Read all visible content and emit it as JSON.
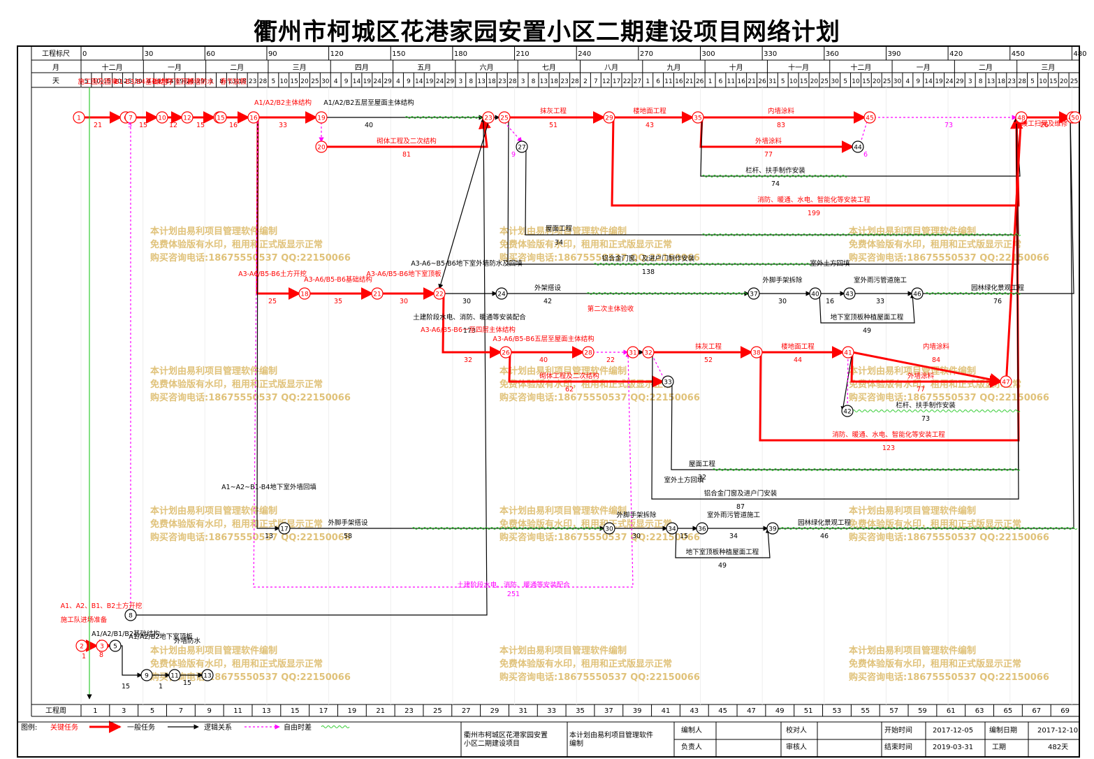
{
  "title": "衢州市柯城区花港家园安置小区二期建设项目网络计划",
  "header": {
    "scale_label": "工程标尺",
    "month_label": "月",
    "day_label": "天",
    "week_label": "工程周",
    "scale_ticks": [
      "0",
      "30",
      "60",
      "90",
      "120",
      "150",
      "180",
      "210",
      "240",
      "270",
      "300",
      "330",
      "360",
      "390",
      "420",
      "450",
      "480",
      "48"
    ],
    "months": [
      "十二月",
      "一月",
      "二月",
      "三月",
      "四月",
      "五月",
      "六月",
      "七月",
      "八月",
      "九月",
      "十月",
      "十一月",
      "十二月",
      "一月",
      "二月",
      "三月"
    ],
    "days": [
      "5",
      "10",
      "15",
      "20",
      "25",
      "30",
      "4",
      "9",
      "14",
      "19",
      "24",
      "29",
      "3",
      "8",
      "13",
      "18",
      "23",
      "28",
      "5",
      "10",
      "15",
      "20",
      "25",
      "30",
      "4",
      "9",
      "14",
      "19",
      "24",
      "29",
      "4",
      "9",
      "14",
      "19",
      "24",
      "29",
      "3",
      "8",
      "13",
      "18",
      "23",
      "28",
      "3",
      "8",
      "13",
      "18",
      "23",
      "28",
      "2",
      "7",
      "12",
      "17",
      "22",
      "27",
      "1",
      "6",
      "11",
      "16",
      "21",
      "26",
      "1",
      "6",
      "11",
      "16",
      "21",
      "26",
      "31",
      "5",
      "10",
      "15",
      "20",
      "25",
      "30",
      "5",
      "10",
      "15",
      "20",
      "25",
      "30",
      "4",
      "9",
      "14",
      "19",
      "24",
      "29",
      "3",
      "8",
      "13",
      "18",
      "23",
      "28",
      "5",
      "10",
      "15",
      "20",
      "25"
    ],
    "weeks": [
      "1",
      "3",
      "5",
      "7",
      "9",
      "11",
      "13",
      "15",
      "17",
      "19",
      "21",
      "23",
      "25",
      "27",
      "29",
      "31",
      "33",
      "35",
      "37",
      "39",
      "41",
      "43",
      "45",
      "47",
      "49",
      "51",
      "53",
      "55",
      "57",
      "59",
      "61",
      "63",
      "65",
      "67",
      "69"
    ]
  },
  "network": {
    "nodes": [
      "1",
      "2",
      "3",
      "5",
      "6",
      "7",
      "8",
      "9",
      "10",
      "11",
      "12",
      "13",
      "14",
      "15",
      "16",
      "17",
      "18",
      "19",
      "20",
      "21",
      "22",
      "23",
      "24",
      "25",
      "26",
      "27",
      "28",
      "29",
      "30",
      "31",
      "32",
      "33",
      "34",
      "35",
      "36",
      "37",
      "38",
      "39",
      "40",
      "41",
      "42",
      "43",
      "44",
      "45",
      "46",
      "47",
      "48",
      "49",
      "50"
    ],
    "activities": [
      {
        "name": "施工队进场准备",
        "duration": "1"
      },
      {
        "name": "A1、A2、B1、B2土方开挖",
        "duration": "8"
      },
      {
        "name": "A1/A2/B1/B2基础结构",
        "duration": "15"
      },
      {
        "name": "A1/A2/B2地下室顶板",
        "duration": "1"
      },
      {
        "name": "外墙防水",
        "duration": "15"
      },
      {
        "name": "施工图及图审",
        "duration": "21"
      },
      {
        "name": "B1-B3/B4基础结构",
        "duration": "15"
      },
      {
        "name": "B4地下室顶板",
        "duration": "12"
      },
      {
        "name": "外墙防水",
        "duration": "15"
      },
      {
        "name": "春节放假",
        "duration": "16"
      },
      {
        "name": "A1/A2/B2主体结构",
        "duration": "33"
      },
      {
        "name": "A1/A2/B2五层至屋面主体结构",
        "duration": "40"
      },
      {
        "name": "砌体工程及二次结构",
        "duration": "81"
      },
      {
        "name": "抹灰工程",
        "duration": "51"
      },
      {
        "name": "楼地面工程",
        "duration": "43"
      },
      {
        "name": "内墙涂料",
        "duration": "83"
      },
      {
        "name": "外墙涂料",
        "duration": "77"
      },
      {
        "name": "栏杆、扶手制作安装",
        "duration": "74"
      },
      {
        "name": "消防、暖通、水电、智能化等安装工程",
        "duration": "199"
      },
      {
        "name": "屋面工程",
        "duration": "34"
      },
      {
        "name": "铝合金门窗、及进户门制作安装",
        "duration": "138"
      },
      {
        "name": "竣工扫尾及维修",
        "duration": "26"
      },
      {
        "name": "A3-A6/B5-B6土方开挖",
        "duration": "25"
      },
      {
        "name": "A3-A6/B5-B6基础结构",
        "duration": "35"
      },
      {
        "name": "A3-A6/B5-B6地下室顶板",
        "duration": "30"
      },
      {
        "name": "A3-A6~B5-B6地下室外墙防水及回填",
        "duration": "30"
      },
      {
        "name": "外架搭设",
        "duration": "42"
      },
      {
        "name": "外脚手架拆除",
        "duration": "30"
      },
      {
        "name": "室外土方回填",
        "duration": "16"
      },
      {
        "name": "室外雨污管道施工",
        "duration": "33"
      },
      {
        "name": "园林绿化景观工程",
        "duration": "76"
      },
      {
        "name": "地下室顶板种植屋面工程",
        "duration": "49"
      },
      {
        "name": "土建阶段水电、消防、暖通等安装配合",
        "duration": "173"
      },
      {
        "name": "A3-A6/B5-B6一至四层主体结构",
        "duration": "32"
      },
      {
        "name": "A3-A6/B5-B6五层至屋面主体结构",
        "duration": "40"
      },
      {
        "name": "第二次主体验收",
        "duration": "22"
      },
      {
        "name": "抹灰工程",
        "duration": "52"
      },
      {
        "name": "楼地面工程",
        "duration": "44"
      },
      {
        "name": "内墙涂料",
        "duration": "84"
      },
      {
        "name": "砌体工程及二次结构",
        "duration": "62"
      },
      {
        "name": "外墙涂料",
        "duration": "77"
      },
      {
        "name": "栏杆、扶手制作安装",
        "duration": "73"
      },
      {
        "name": "消防、暖通、水电、智能化等安装工程",
        "duration": "123"
      },
      {
        "name": "屋面工程",
        "duration": "32"
      },
      {
        "name": "铝合金门窗及进户门安装",
        "duration": "87"
      },
      {
        "name": "A1~A2~B1-B4地下室外墙回填",
        "duration": "13"
      },
      {
        "name": "外脚手架搭设",
        "duration": "58"
      },
      {
        "name": "外脚手架拆除",
        "duration": "30"
      },
      {
        "name": "室外土方回填",
        "duration": "15"
      },
      {
        "name": "室外雨污管道施工",
        "duration": "34"
      },
      {
        "name": "园林绿化景观工程",
        "duration": "46"
      },
      {
        "name": "地下室顶板种植屋面工程",
        "duration": "49"
      },
      {
        "name": "土建阶段水电、消防、暖通等安装配合",
        "duration": "251"
      }
    ],
    "float_labels": [
      "73",
      "6",
      "5",
      "9"
    ]
  },
  "watermark": {
    "line1": "本计划由易利项目管理软件编制",
    "line2": "免费体验版有水印，租用和正式版显示正常",
    "line3": "购买咨询电话:18675550537 QQ:22150066"
  },
  "legend": {
    "label": "图例:",
    "critical": "关键任务",
    "normal": "一般任务",
    "logic": "逻辑关系",
    "float": "自由时差",
    "critical_color": "#ff0000",
    "float_color": "#ff00ff",
    "slack_color": "#33cc33"
  },
  "footer": {
    "project": "衢州市柯城区花港家园安置小区二期建设项目",
    "software": "本计划由易利项目管理软件编制",
    "author_label": "编制人",
    "checker_label": "校对人",
    "leader_label": "负责人",
    "reviewer_label": "审核人",
    "start_label": "开始时间",
    "start_value": "2017-12-05",
    "end_label": "结束时间",
    "end_value": "2019-03-31",
    "date_label": "编制日期",
    "date_value": "2017-12-10",
    "period_label": "工期",
    "period_value": "482天"
  }
}
